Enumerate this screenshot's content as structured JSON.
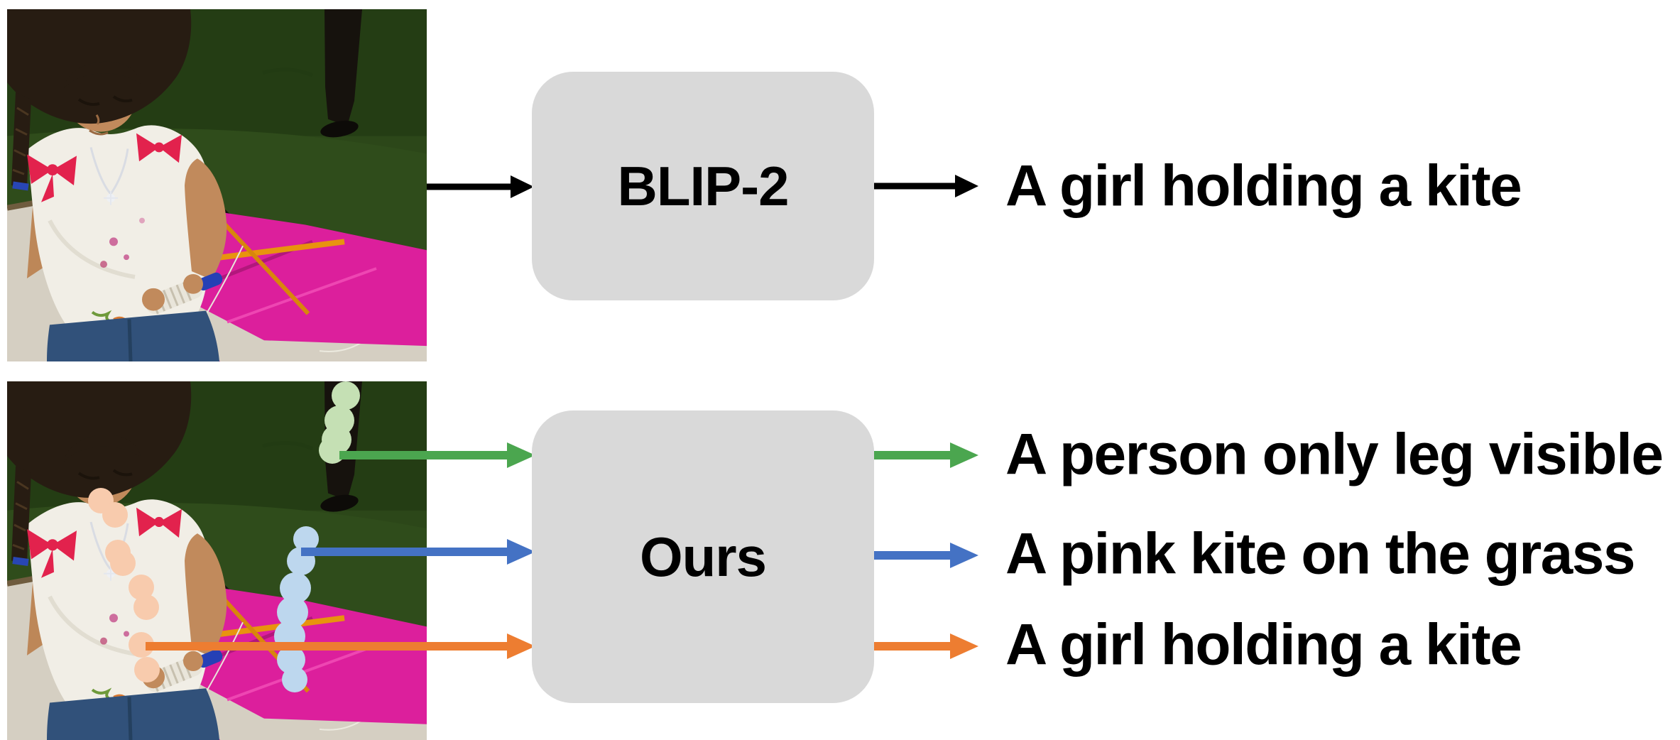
{
  "colors": {
    "box-fill": "#d9d9d9",
    "text": "#000000",
    "arrow-black": "#000000",
    "arrow-green": "#4ba64f",
    "arrow-blue": "#4472c4",
    "arrow-orange": "#ed7d31",
    "dot-green": "#c5e0b4",
    "dot-peach": "#f8cbad",
    "dot-blue": "#bdd7ee"
  },
  "top_row": {
    "model_label": "BLIP-2",
    "caption": "A girl holding a kite",
    "caption_color": "black"
  },
  "bottom_row": {
    "model_label": "Ours",
    "captions": [
      {
        "label": "A person only leg visible",
        "prompt_color": "green"
      },
      {
        "label": "A pink kite on the grass",
        "prompt_color": "blue"
      },
      {
        "label": "A girl holding a kite",
        "prompt_color": "orange"
      }
    ]
  }
}
